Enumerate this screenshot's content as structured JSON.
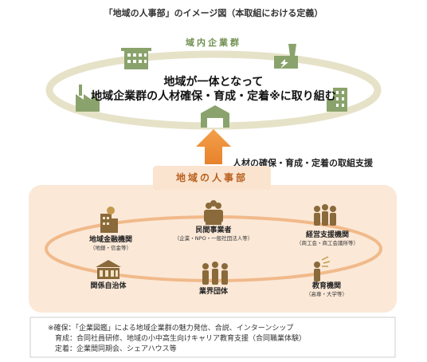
{
  "title": "「地域の人事部」のイメージ図（本取組における定義）",
  "top_group_label": "域内企業群",
  "main_text": [
    "地域が一体となって",
    "地域企業群の人材確保・育成・定着※に取り組む"
  ],
  "support_text": "人材の確保・育成・定着の取組支援",
  "hr_label": "地域の人事部",
  "orgs": {
    "financial": {
      "name": "地域金融機関",
      "sub": "（地銀・信金等）",
      "icon": "bank-building-icon"
    },
    "private": {
      "name": "民間事業者",
      "sub": "（企業・NPO・一般社団法人等）",
      "icon": "people-group-icon"
    },
    "management": {
      "name": "経営支援機関",
      "sub": "（商工会・商工会議所等）",
      "icon": "business-people-icon"
    },
    "local_gov": {
      "name": "関係自治体",
      "icon": "city-hall-icon"
    },
    "industry": {
      "name": "業界団体",
      "icon": "three-people-icon"
    },
    "education": {
      "name": "教育機関",
      "sub": "（高専・大学等）",
      "icon": "teacher-icon"
    }
  },
  "notes": [
    "※確保：「企業図鑑」による地域企業群の魅力発信、合説、インターンシップ",
    "　育成：合同社員研修、地域の小中高生向けキャリア教育支援（合同職業体験）",
    "　定着：企業間同期会、シェアハウス等"
  ],
  "colors": {
    "green": "#6e8f4f",
    "orange": "#e8822c",
    "panel": "#fbe8d7",
    "ring": "#e8e4cc"
  }
}
